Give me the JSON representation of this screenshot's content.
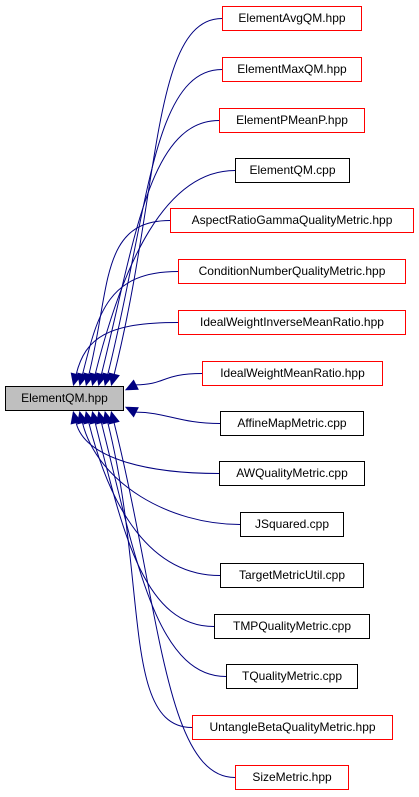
{
  "root": {
    "label": "ElementQM.hpp"
  },
  "colors": {
    "edge": "#000080",
    "red_border": "#ff0000",
    "black_border": "#000000",
    "root_fill": "#bfbfbf"
  },
  "nodes": [
    {
      "label": "ElementAvgQM.hpp",
      "border": "red"
    },
    {
      "label": "ElementMaxQM.hpp",
      "border": "red"
    },
    {
      "label": "ElementPMeanP.hpp",
      "border": "red"
    },
    {
      "label": "ElementQM.cpp",
      "border": "black"
    },
    {
      "label": "AspectRatioGammaQualityMetric.hpp",
      "border": "red"
    },
    {
      "label": "ConditionNumberQualityMetric.hpp",
      "border": "red"
    },
    {
      "label": "IdealWeightInverseMeanRatio.hpp",
      "border": "red"
    },
    {
      "label": "IdealWeightMeanRatio.hpp",
      "border": "red"
    },
    {
      "label": "AffineMapMetric.cpp",
      "border": "black"
    },
    {
      "label": "AWQualityMetric.cpp",
      "border": "black"
    },
    {
      "label": "JSquared.cpp",
      "border": "black"
    },
    {
      "label": "TargetMetricUtil.cpp",
      "border": "black"
    },
    {
      "label": "TMPQualityMetric.cpp",
      "border": "black"
    },
    {
      "label": "TQualityMetric.cpp",
      "border": "black"
    },
    {
      "label": "UntangleBetaQualityMetric.hpp",
      "border": "red"
    },
    {
      "label": "SizeMetric.hpp",
      "border": "red"
    }
  ]
}
